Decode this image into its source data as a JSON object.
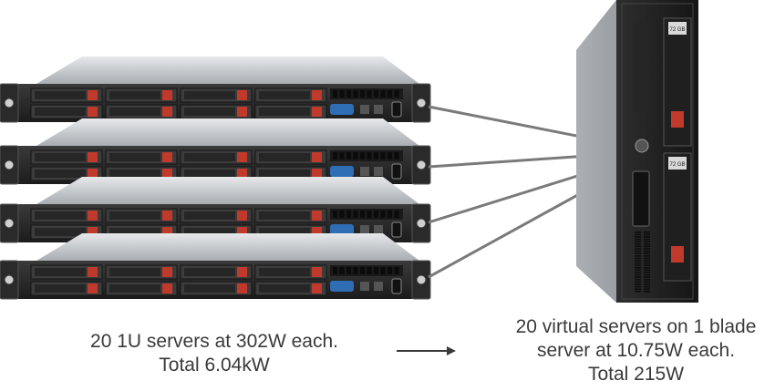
{
  "captions": {
    "left": {
      "line1": "20 1U servers at 302W each.",
      "line2": "Total 6.04kW"
    },
    "right": {
      "line1": "20 virtual servers on 1 blade",
      "line2": "server at 10.75W each.",
      "line3": "Total 215W"
    }
  },
  "blade_labels": [
    "72 GB",
    "72 GB"
  ],
  "colors": {
    "chassis": "#2a2a2a",
    "chassis_top": "#b8bcc0",
    "bay": "#3c3c3c",
    "drive_latch": "#c0392b",
    "vga_port": "#2f6db5",
    "connector_line": "#7a7a7a",
    "caption_text": "#3a3a3a"
  },
  "icons": [
    "arrow-right-icon"
  ]
}
